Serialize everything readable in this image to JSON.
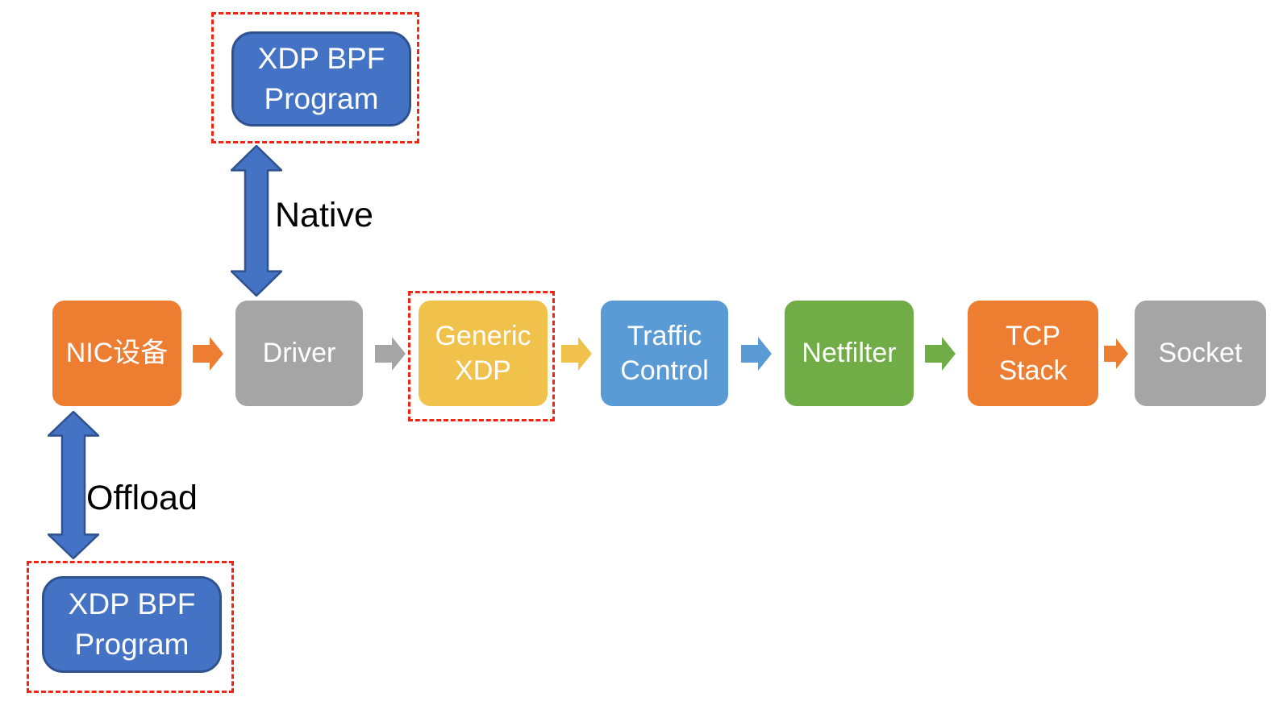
{
  "colors": {
    "program_fill": "#4472C4",
    "program_border": "#2F528F",
    "double_arrow_fill": "#4472C4",
    "double_arrow_border": "#2F528F",
    "highlight_dash": "#F42311",
    "node_text": "#FFFFFF",
    "label_text": "#000000",
    "orange": "#ED7D31",
    "gray": "#A5A5A5",
    "gold": "#F0C24B",
    "blue": "#5B9BD5",
    "green": "#70AD47"
  },
  "programs": {
    "native": {
      "line1": "XDP BPF",
      "line2": "Program"
    },
    "offload": {
      "line1": "XDP BPF",
      "line2": "Program"
    }
  },
  "labels": {
    "native": "Native",
    "offload": "Offload"
  },
  "flow": {
    "nodes": [
      {
        "line1": "NIC设备",
        "color": "#ED7D31",
        "highlighted": false
      },
      {
        "line1": "Driver",
        "color": "#A5A5A5",
        "highlighted": false
      },
      {
        "line1": "Generic",
        "line2": "XDP",
        "color": "#F0C24B",
        "highlighted": true
      },
      {
        "line1": "Traffic",
        "line2": "Control",
        "color": "#5B9BD5",
        "highlighted": false
      },
      {
        "line1": "Netfilter",
        "color": "#70AD47",
        "highlighted": false
      },
      {
        "line1": "TCP",
        "line2": "Stack",
        "color": "#ED7D31",
        "highlighted": false
      },
      {
        "line1": "Socket",
        "color": "#A5A5A5",
        "highlighted": false
      }
    ],
    "connectors": [
      {
        "color": "#ED7D31"
      },
      {
        "color": "#A5A5A5"
      },
      {
        "color": "#F0C24B"
      },
      {
        "color": "#5B9BD5"
      },
      {
        "color": "#70AD47"
      },
      {
        "color": "#ED7D31"
      }
    ]
  }
}
